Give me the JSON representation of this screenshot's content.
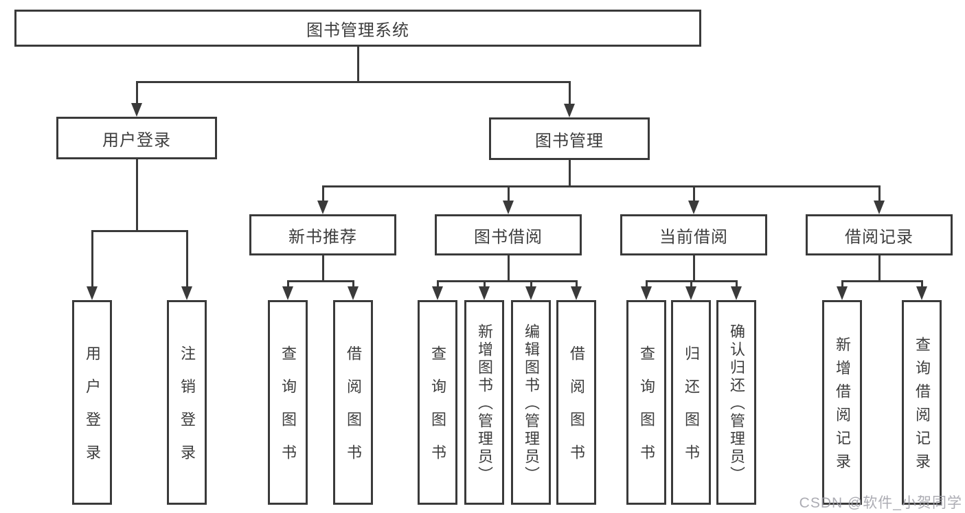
{
  "root": {
    "label": "图书管理系统"
  },
  "branches": [
    {
      "label": "用户登录",
      "children": [
        "用户登录",
        "注销登录"
      ]
    },
    {
      "label": "图书管理",
      "children": [
        {
          "label": "新书推荐",
          "children": [
            "查询图书",
            "借阅图书"
          ]
        },
        {
          "label": "图书借阅",
          "children": [
            "查询图书",
            "新增图书（管理员）",
            "编辑图书（管理员）",
            "借阅图书"
          ]
        },
        {
          "label": "当前借阅",
          "children": [
            "查询图书",
            "归还图书",
            "确认归还（管理员）"
          ]
        },
        {
          "label": "借阅记录",
          "children": [
            "新增借阅记录",
            "查询借阅记录"
          ]
        }
      ]
    }
  ],
  "watermark": "CSDN @软件_小贺同学",
  "colors": {
    "line": "#3a3a3a",
    "text": "#3d3d3d",
    "watermark": "#9e9ea6",
    "background": "#ffffff"
  }
}
